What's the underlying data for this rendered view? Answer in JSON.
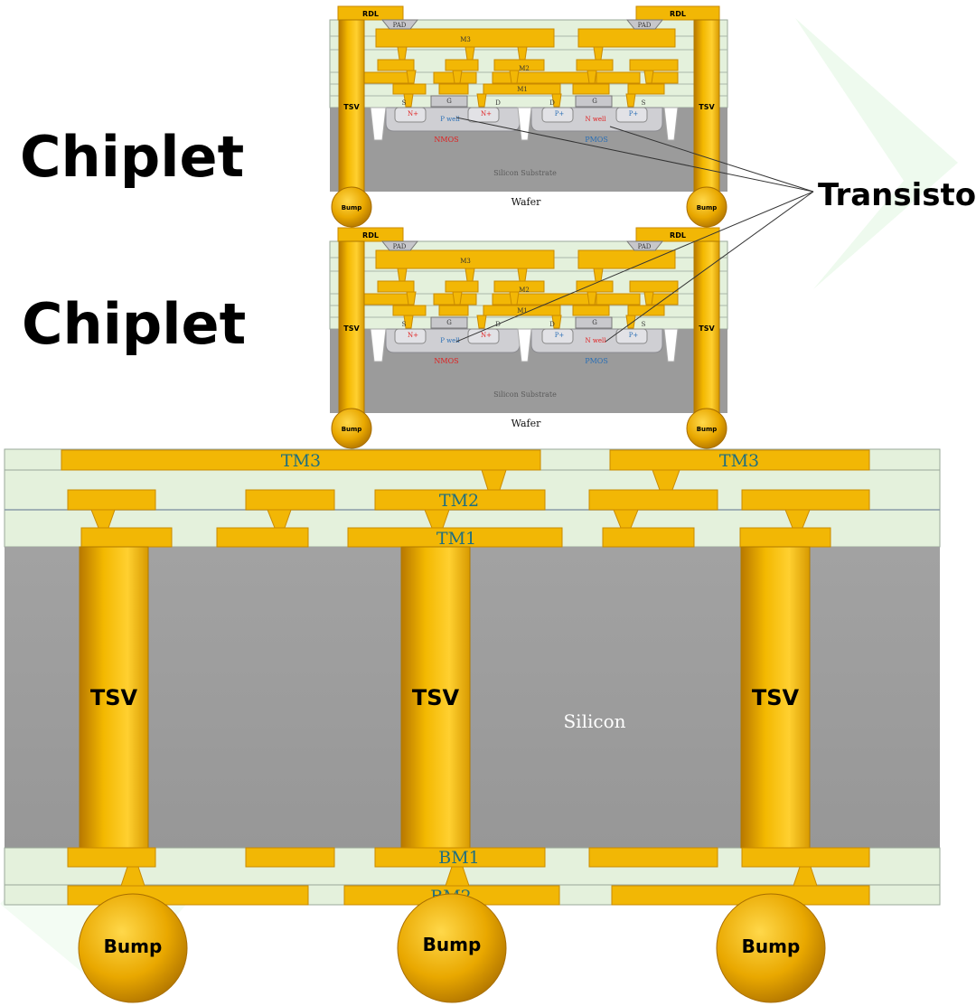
{
  "labels": {
    "chiplet_top": "Chiplet",
    "chiplet_bottom": "Chiplet",
    "transistor": "Transistor"
  },
  "chip": {
    "rdl": "RDL",
    "pad": "PAD",
    "tsv": "TSV",
    "bump": "Bump",
    "m3": "M3",
    "m2": "M2",
    "m1": "M1",
    "s": "S",
    "g": "G",
    "d": "D",
    "n_plus": "N+",
    "p_plus": "P+",
    "p_well": "P well",
    "n_well": "N well",
    "nmos": "NMOS",
    "pmos": "PMOS",
    "silicon_substrate": "Silicon Substrate",
    "wafer": "Wafer"
  },
  "interposer": {
    "tm3": "TM3",
    "tm2": "TM2",
    "tm1": "TM1",
    "bm1": "BM1",
    "bm2": "BM2",
    "tsv": "TSV",
    "silicon": "Silicon",
    "bump": "Bump"
  },
  "colors": {
    "gold": "#f2b705",
    "gold_dark": "#c98a00",
    "oxide": "#e4f1dc",
    "silicon": "#9b9b9b",
    "teal_text": "#1f6f80",
    "nmos": "#e02020",
    "pmos": "#2a6fb5"
  }
}
